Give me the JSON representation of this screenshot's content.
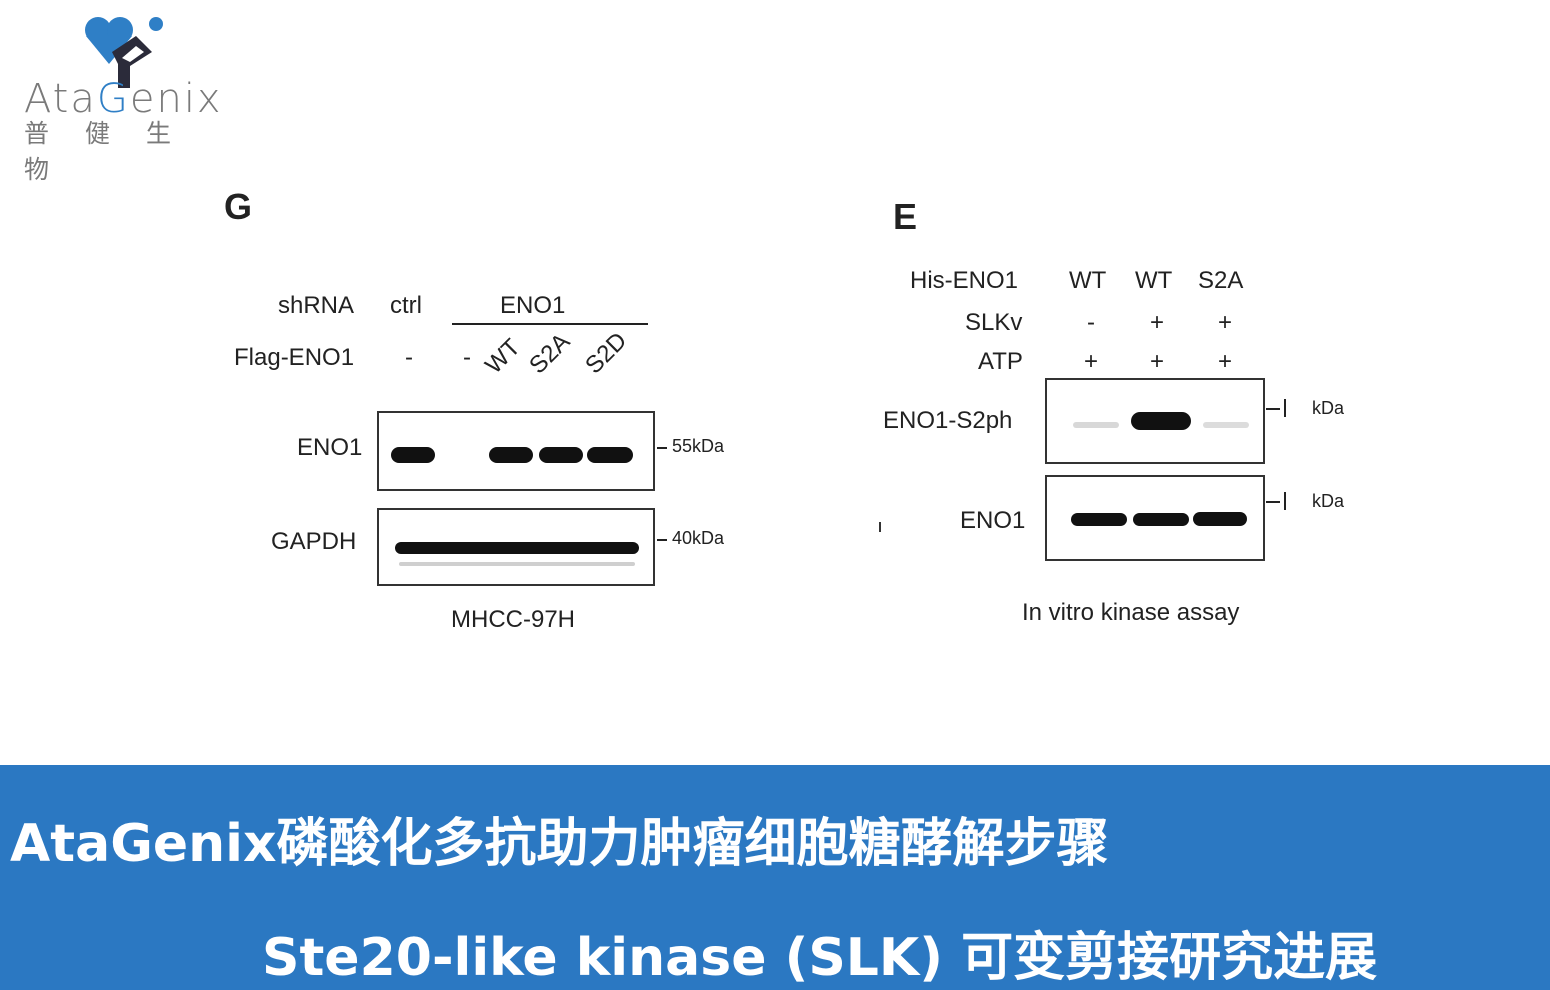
{
  "logo": {
    "brand_prefix": "Ata",
    "brand_accent": "G",
    "brand_suffix": "enix",
    "brand_cn": "普健生物",
    "colors": {
      "blue": "#2f7fc6",
      "dark": "#2b2b3a",
      "gray": "#7a7a7a"
    }
  },
  "panel_g": {
    "letter": "G",
    "row_shrna": "shRNA",
    "row_flag": "Flag-ENO1",
    "ctrl": "ctrl",
    "eno1_group": "ENO1",
    "flag_lanes": [
      "-",
      "-",
      "WT",
      "S2A",
      "S2D"
    ],
    "blot1_label": "ENO1",
    "blot1_marker": "55kDa",
    "blot2_label": "GAPDH",
    "blot2_marker": "40kDa",
    "caption": "MHCC-97H"
  },
  "panel_e": {
    "letter": "E",
    "row1_label": "His-ENO1",
    "row1_values": [
      "WT",
      "WT",
      "S2A"
    ],
    "row2_label": "SLKv",
    "row2_values": [
      "-",
      "+",
      "+"
    ],
    "row3_label": "ATP",
    "row3_values": [
      "+",
      "+",
      "+"
    ],
    "blot1_label": "ENO1-S2ph",
    "blot1_marker": "kDa",
    "blot2_label": "ENO1",
    "blot2_marker": "kDa",
    "caption": "In vitro kinase assay"
  },
  "banner": {
    "line1": "AtaGenix磷酸化多抗助力肿瘤细胞糖酵解步骤",
    "line2": "Ste20-like kinase (SLK) 可变剪接研究进展",
    "color": "#2b78c2"
  }
}
